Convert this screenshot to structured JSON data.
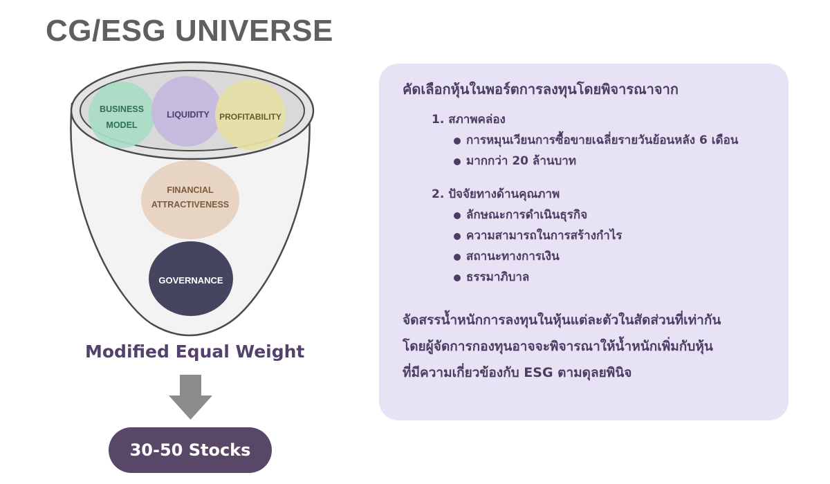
{
  "title": "CG/ESG UNIVERSE",
  "funnel": {
    "top_circles": [
      {
        "label_lines": [
          "BUSINESS",
          "MODEL"
        ],
        "color": "#a9dcc6",
        "text_color": "#2f6e5b"
      },
      {
        "label_lines": [
          "LIQUIDITY"
        ],
        "color": "#c6b7e0",
        "text_color": "#4d3b72"
      },
      {
        "label_lines": [
          "PROFITABILITY"
        ],
        "color": "#e6e0a6",
        "text_color": "#645a2a"
      }
    ],
    "middle_circle": {
      "label_lines": [
        "FINANCIAL",
        "ATTRACTIVENESS"
      ],
      "color": "#e7d4c2",
      "text_color": "#7b5a3e"
    },
    "bottom_circle": {
      "label_lines": [
        "GOVERNANCE"
      ],
      "color": "#454560",
      "text_color": "#ffffff"
    }
  },
  "weighting_label": "Modified Equal Weight",
  "result_label": "30-50 Stocks",
  "criteria_panel": {
    "heading": "คัดเลือกหุ้นในพอร์ตการลงทุนโดยพิจารณาจาก",
    "groups": [
      {
        "title": "1. สภาพคล่อง",
        "items": [
          "การหมุนเวียนการซื้อขายเฉลี่ยรายวันย้อนหลัง 6 เดือน",
          "มากกว่า 20 ล้านบาท"
        ]
      },
      {
        "title": "2. ปัจจัยทางด้านคุณภาพ",
        "items": [
          "ลักษณะการดำเนินธุรกิจ",
          "ความสามารถในการสร้างกำไร",
          "สถานะทางการเงิน",
          "ธรรมาภิบาล"
        ]
      }
    ],
    "allocation_note": [
      "จัดสรรน้ำหนักการลงทุนในหุ้นแต่ละตัวในสัดส่วนที่เท่ากัน",
      "โดยผู้จัดการกองทุนอาจจะพิจารณาให้น้ำหนักเพิ่มกับหุ้น",
      "ที่มีความเกี่ยวข้องกับ ESG ตามดุลยพินิจ"
    ]
  },
  "colors": {
    "funnel_fill": "#f3f3f3",
    "funnel_stroke": "#4a4a4a",
    "arrow": "#8c8c8c",
    "panel_bg": "#e8e3f4",
    "pill_bg": "#594768"
  }
}
